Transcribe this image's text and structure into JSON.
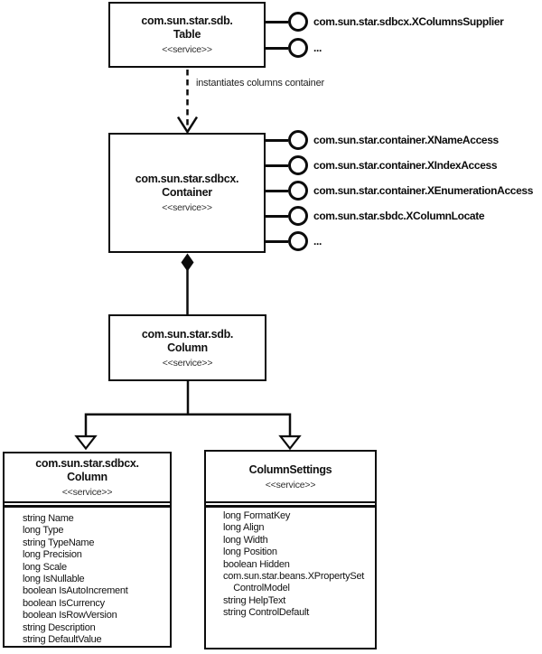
{
  "table_box": {
    "title_line1": "com.sun.star.sdb.",
    "title_line2": "Table",
    "stereotype": "<<service>>",
    "interfaces": [
      {
        "label": "com.sun.star.sdbcx.XColumnsSupplier"
      },
      {
        "label": "..."
      }
    ]
  },
  "dependency": {
    "label": "instantiates columns container"
  },
  "container_box": {
    "title_line1": "com.sun.star.sdbcx.",
    "title_line2": "Container",
    "stereotype": "<<service>>",
    "interfaces": [
      {
        "label": "com.sun.star.container.XNameAccess"
      },
      {
        "label": "com.sun.star.container.XIndexAccess"
      },
      {
        "label": "com.sun.star.container.XEnumerationAccess"
      },
      {
        "label": "com.sun.star.sbdc.XColumnLocate"
      },
      {
        "label": "..."
      }
    ]
  },
  "column_box": {
    "title_line1": "com.sun.star.sdb.",
    "title_line2": "Column",
    "stereotype": "<<service>>"
  },
  "sdbcx_column_box": {
    "title_line1": "com.sun.star.sdbcx.",
    "title_line2": "Column",
    "stereotype": "<<service>>",
    "attributes": [
      "string Name",
      "long Type",
      "string TypeName",
      "long Precision",
      "long Scale",
      "long IsNullable",
      "boolean IsAutoIncrement",
      "boolean IsCurrency",
      "boolean IsRowVersion",
      "string Description",
      "string DefaultValue"
    ]
  },
  "column_settings_box": {
    "title": "ColumnSettings",
    "stereotype": "<<service>>",
    "attributes": [
      "long FormatKey",
      "long Align",
      "long Width",
      "long Position",
      "boolean Hidden",
      "com.sun.star.beans.XPropertySet",
      "    ControlModel",
      "string HelpText",
      "string ControlDefault"
    ]
  },
  "colors": {
    "line": "#0c0c0c",
    "background": "#ffffff",
    "stereotype_text": "#2e2e2e"
  }
}
